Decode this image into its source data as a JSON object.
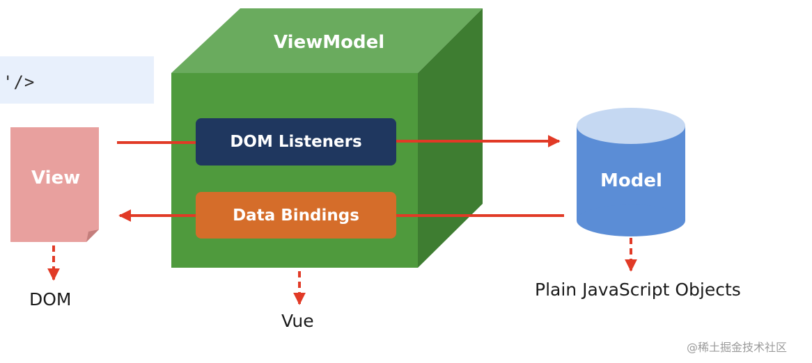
{
  "code_snippet": "'/>",
  "viewmodel": {
    "title": "ViewModel",
    "dom_listeners_label": "DOM Listeners",
    "data_bindings_label": "Data Bindings",
    "caption": "Vue"
  },
  "view": {
    "label": "View",
    "caption": "DOM"
  },
  "model": {
    "label": "Model",
    "caption": "Plain JavaScript Objects"
  },
  "watermark": "@稀土掘金技术社区",
  "colors": {
    "cube_front": "#4f9a3d",
    "cube_top": "#6aab5e",
    "cube_side": "#3e7d31",
    "dom_listeners": "#1f375f",
    "data_bindings": "#d56d2a",
    "view_page": "#e8a09e",
    "model_body": "#5b8dd6",
    "model_top": "#c5d8f2",
    "arrow": "#e13a26"
  }
}
